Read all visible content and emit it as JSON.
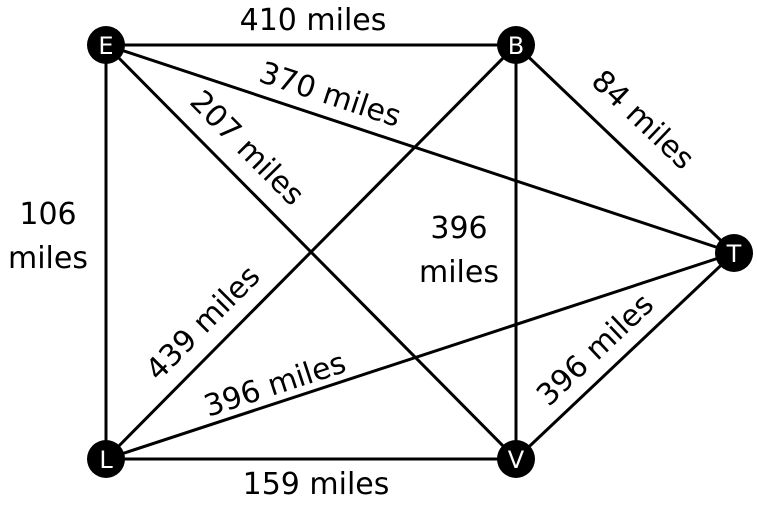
{
  "nodes": {
    "E": "E",
    "B": "B",
    "T": "T",
    "L": "L",
    "V": "V"
  },
  "edges": {
    "E_B": "410 miles",
    "E_T": "370 miles",
    "E_V": "207 miles",
    "E_L": {
      "line1": "106",
      "line2": "miles"
    },
    "B_T": "84 miles",
    "B_V": {
      "line1": "396",
      "line2": "miles"
    },
    "B_L": "439 miles",
    "L_T": "396 miles",
    "V_T": "396 miles",
    "L_V": "159 miles"
  },
  "colors": {
    "node_fill": "#000000",
    "node_text": "#ffffff",
    "edge": "#000000",
    "label": "#000000"
  }
}
